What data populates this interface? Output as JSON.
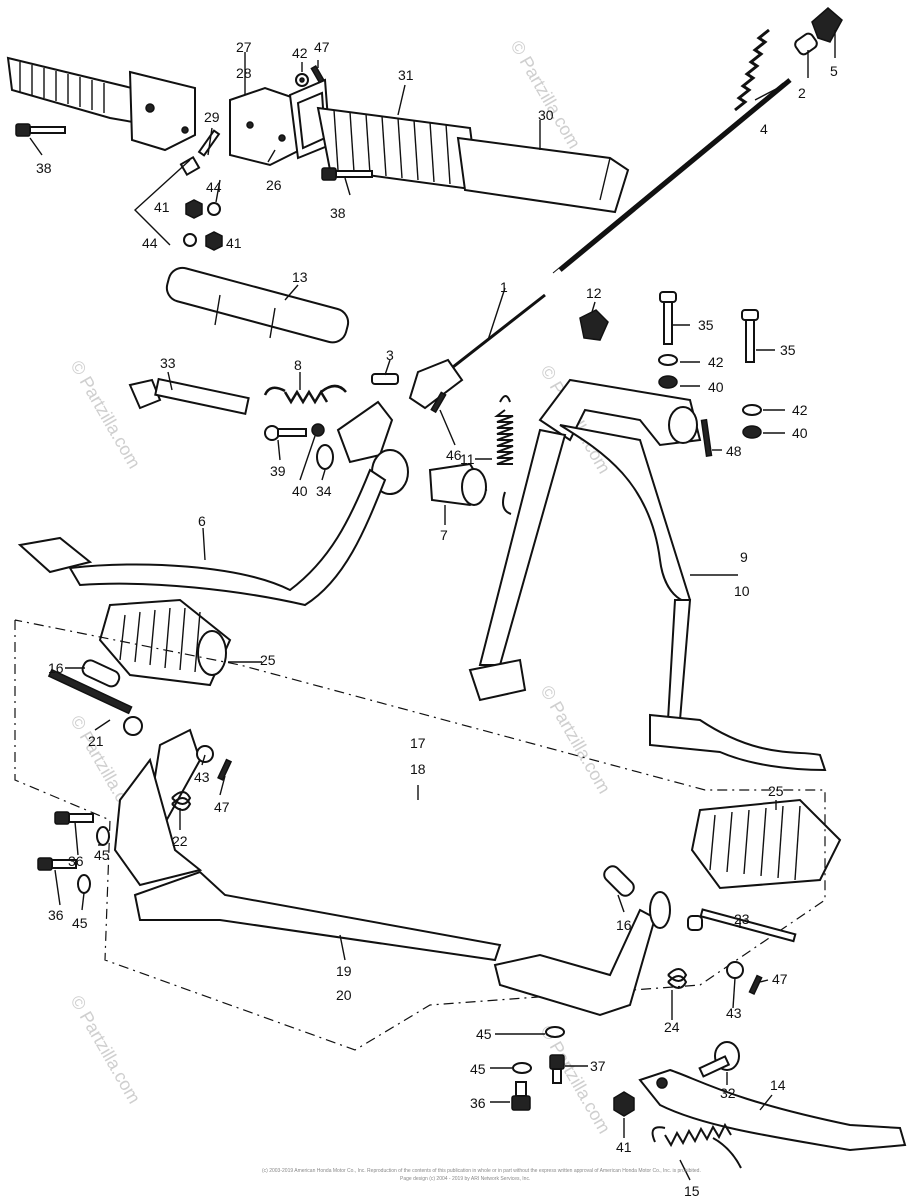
{
  "parts": [
    "27",
    "28",
    "42",
    "47",
    "31",
    "30",
    "5",
    "2",
    "4",
    "29",
    "38",
    "44",
    "26",
    "38",
    "41",
    "44",
    "41",
    "13",
    "1",
    "12",
    "35",
    "35",
    "42",
    "40",
    "42",
    "40",
    "48",
    "33",
    "8",
    "3",
    "46",
    "11",
    "7",
    "39",
    "40",
    "34",
    "6",
    "9",
    "10",
    "25",
    "16",
    "21",
    "17",
    "18",
    "43",
    "47",
    "22",
    "25",
    "36",
    "45",
    "36",
    "45",
    "16",
    "23",
    "19",
    "20",
    "47",
    "24",
    "43",
    "45",
    "45",
    "37",
    "36",
    "32",
    "14",
    "41",
    "15"
  ],
  "watermarks": [
    "© Partzilla.com",
    "© Partzilla.com",
    "© Partzilla.com",
    "© Partzilla.com",
    "© Partzilla.com",
    "© Partzilla.com",
    "© Partzilla.com"
  ],
  "copyright": {
    "line1": "(c) 2003-2019 American Honda Motor Co., Inc. Reproduction of the contents of this publication in whole or in part without the express written approval of American Honda Motor Co., Inc. is prohibited.",
    "line2": "Page design (c) 2004 - 2019 by ARI Network Services, Inc."
  }
}
